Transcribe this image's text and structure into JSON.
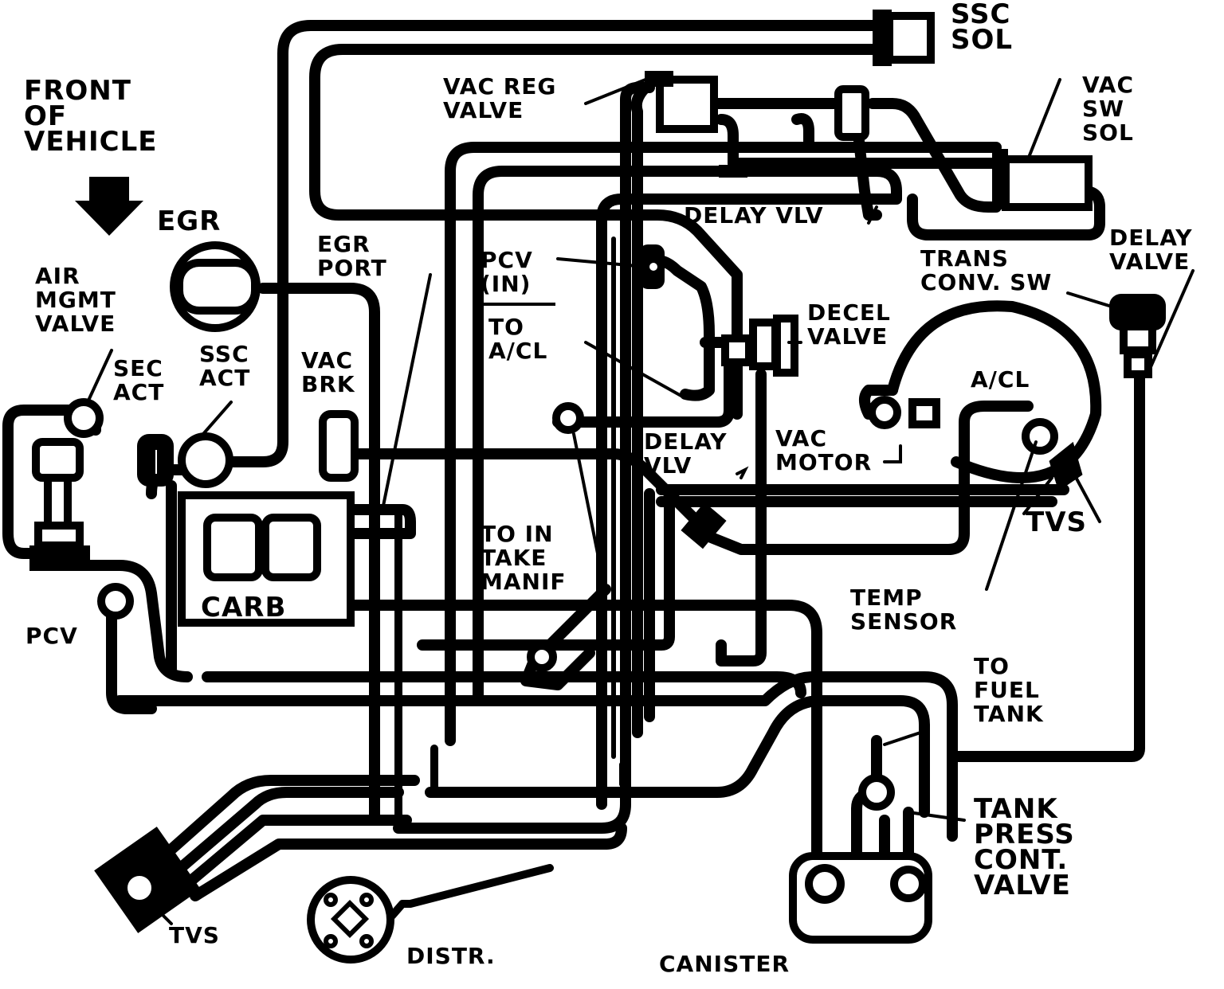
{
  "labels": {
    "front_of_vehicle": "FRONT\nOF\nVEHICLE",
    "egr": "EGR",
    "air_mgmt_valve": "AIR\nMGMT\nVALVE",
    "sec_act": "SEC\nACT",
    "ssc_act": "SSC\nACT",
    "vac_brk": "VAC\nBRK",
    "egr_port": "EGR\nPORT",
    "pcv_in": "PCV\n(IN)",
    "to_acl": "TO\nA/CL",
    "vac_reg_valve": "VAC REG\nVALVE",
    "ssc_sol": "SSC\nSOL",
    "vac_sw_sol": "VAC\nSW\nSOL",
    "delay_vlv_top": "DELAY VLV",
    "delay_valve_right": "DELAY\nVALVE",
    "trans_conv_sw": "TRANS\nCONV. SW",
    "decel_valve": "DECEL\nVALVE",
    "a_cl": "A/CL",
    "delay_vlv_mid": "DELAY\nVLV",
    "vac_motor": "VAC\nMOTOR",
    "tvs_right": "TVS",
    "to_intake_manif": "TO IN\nTAKE\nMANIF",
    "temp_sensor": "TEMP\nSENSOR",
    "carb": "CARB",
    "pcv_left": "PCV",
    "to_fuel_tank": "TO\nFUEL\nTANK",
    "tank_press_cont_valve": "TANK\nPRESS\nCONT.\nVALVE",
    "canister": "CANISTER",
    "distr": "DISTR.",
    "tvs_bottom": "TVS"
  }
}
